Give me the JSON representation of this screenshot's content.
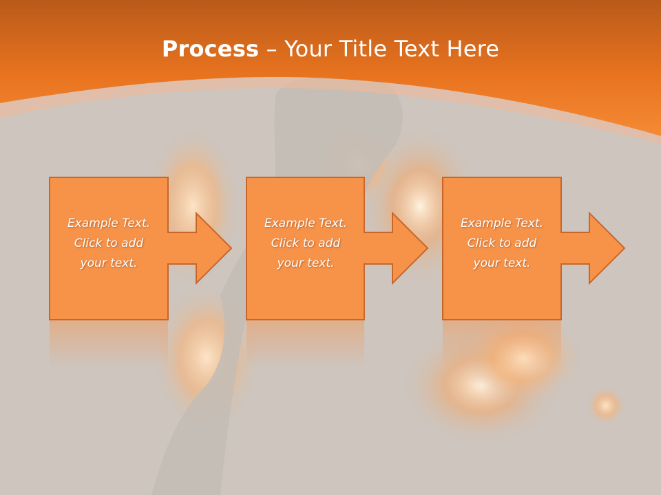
{
  "slide": {
    "title_bold": "Process",
    "title_rest": " – Your Title Text Here"
  },
  "steps": [
    {
      "text": "Example Text.\nClick  to add\nyour text."
    },
    {
      "text": "Example Text.\nClick  to add\nyour text."
    },
    {
      "text": "Example Text.\nClick  to add\nyour text."
    }
  ],
  "colors": {
    "header_orange": "#f07a22",
    "box_fill": "#f79349",
    "box_stroke": "#c8662a",
    "background": "#cdc5be"
  }
}
